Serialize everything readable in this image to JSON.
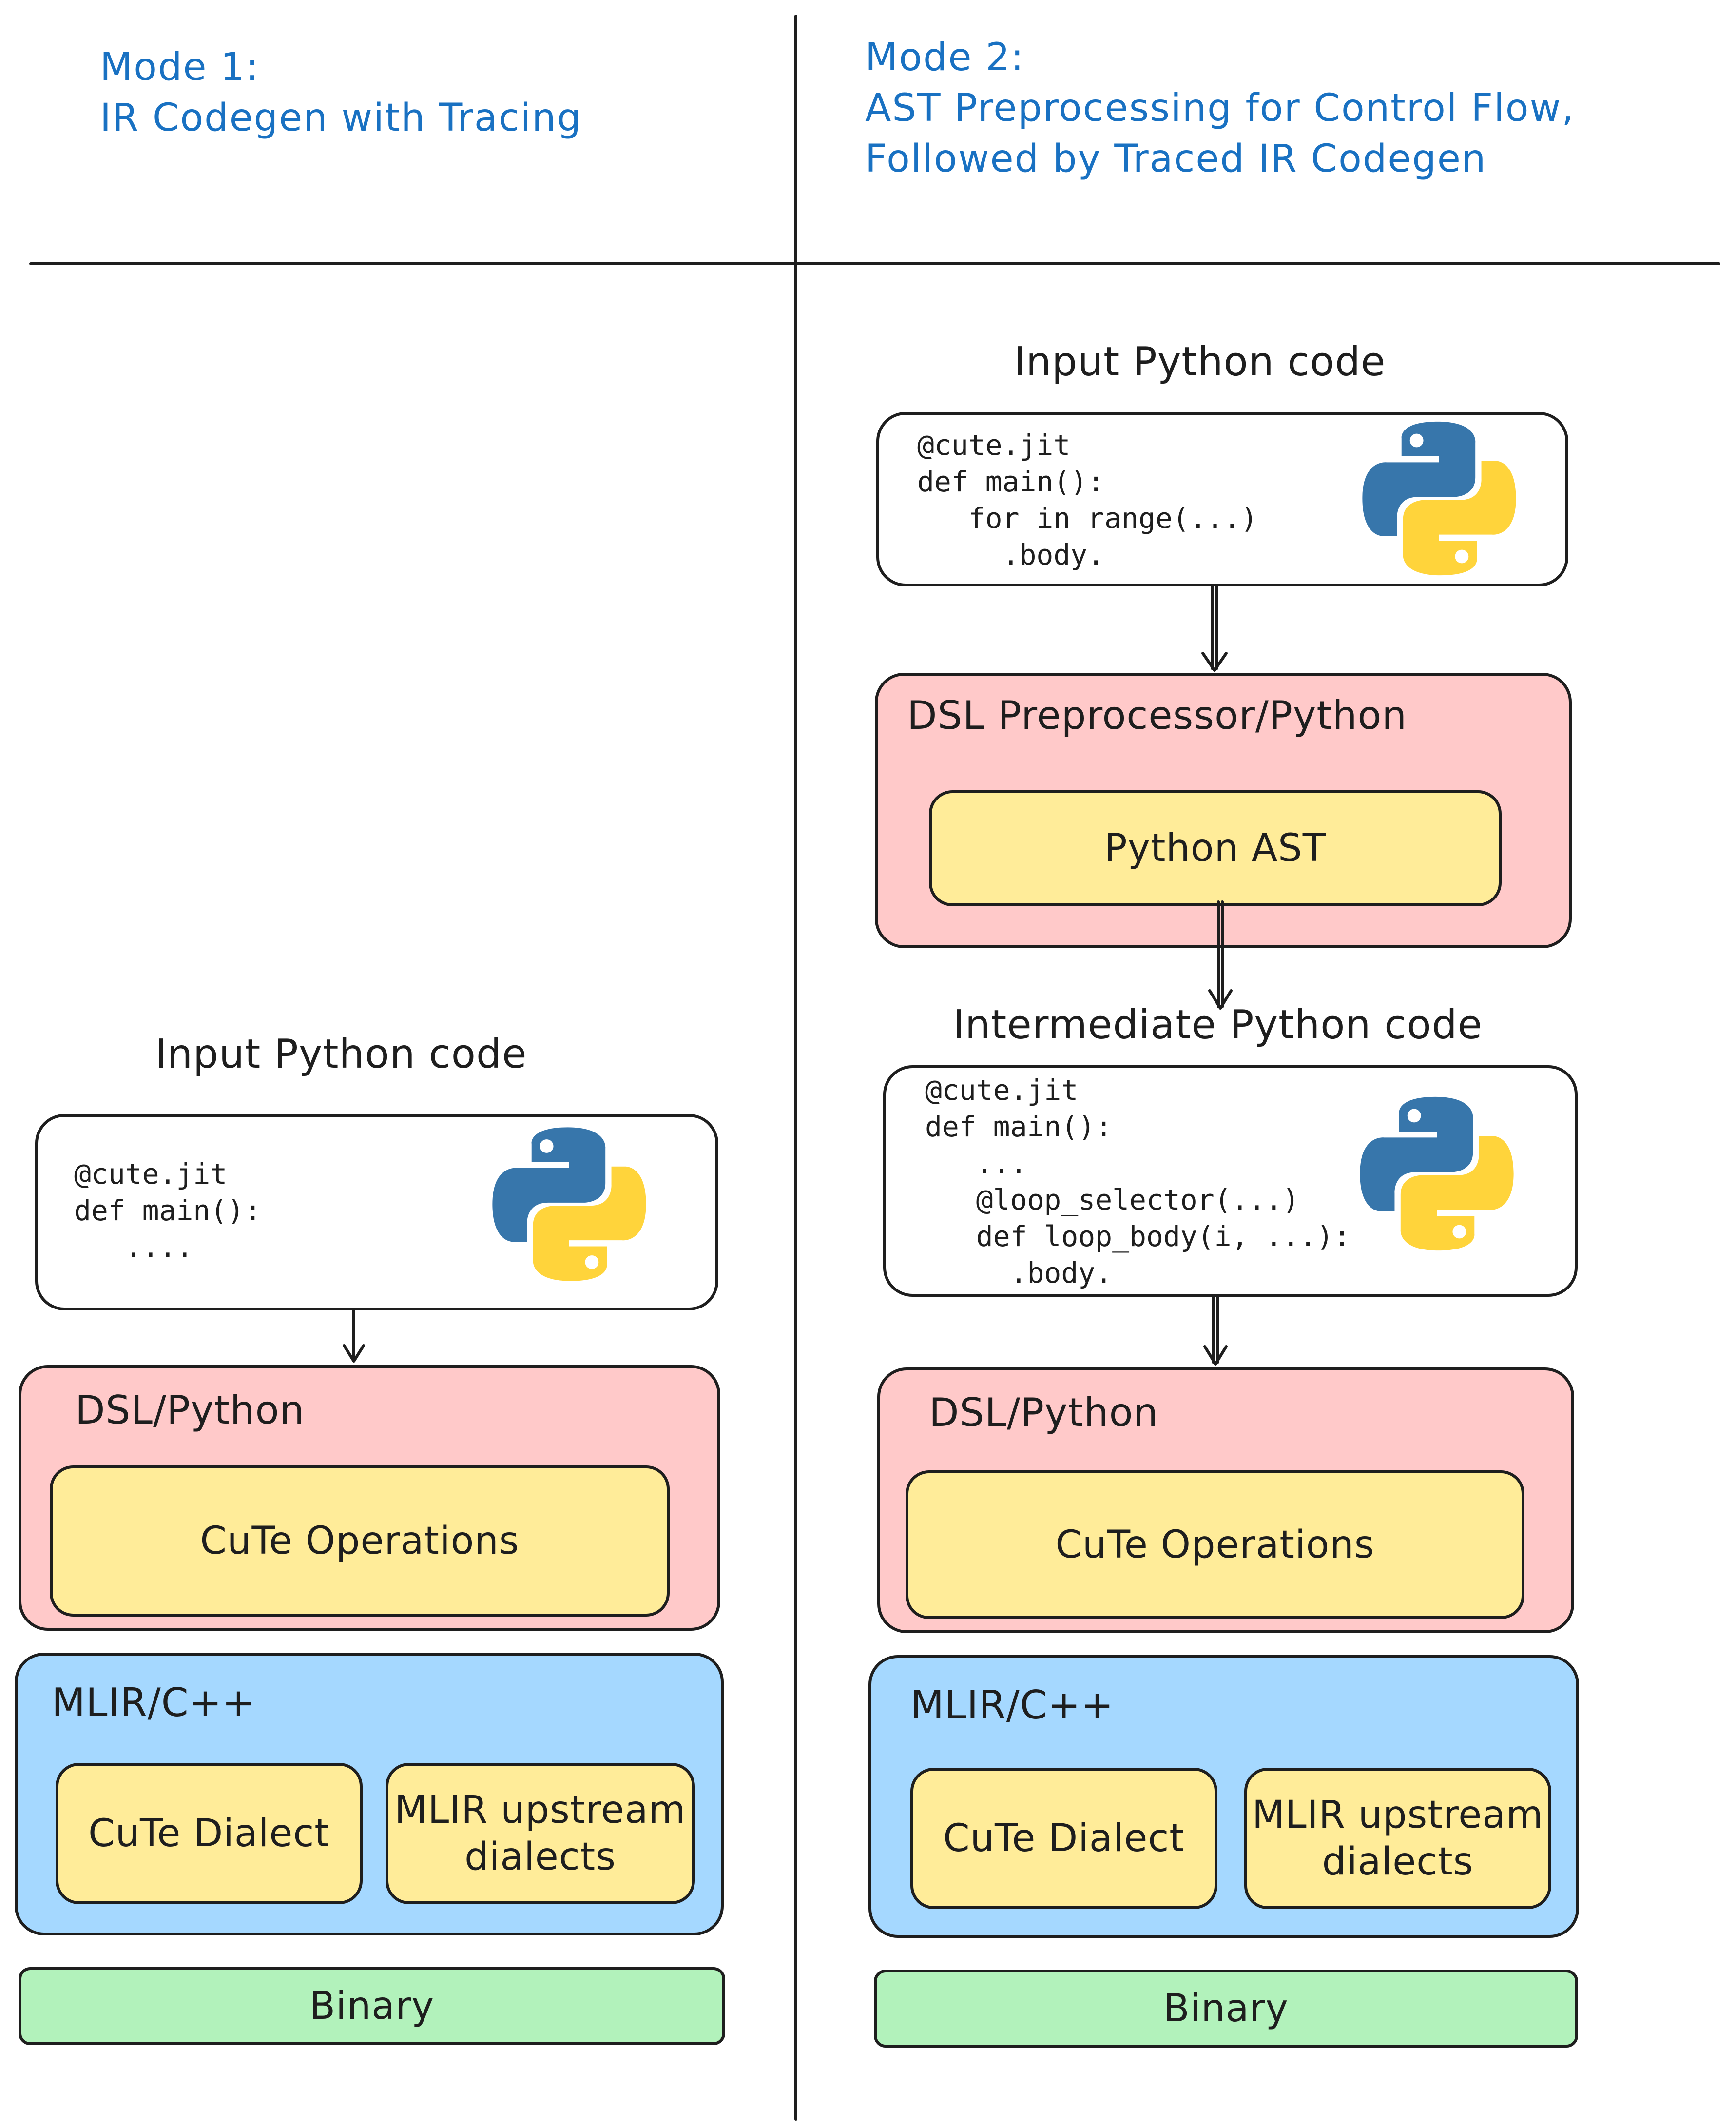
{
  "mode1": {
    "title": "Mode 1:",
    "subtitle": "IR Codegen with Tracing",
    "input_label": "Input Python code",
    "code_lines": [
      "@cute.jit",
      "def main():",
      "   ...."
    ],
    "dsl_title": "DSL/Python",
    "cute_ops": "CuTe Operations",
    "mlir_title": "MLIR/C++",
    "cute_dialect": "CuTe Dialect",
    "mlir_upstream": "MLIR upstream\ndialects",
    "binary": "Binary"
  },
  "mode2": {
    "title": "Mode 2:",
    "subtitle_line1": "AST Preprocessing for Control Flow,",
    "subtitle_line2": "Followed by Traced IR Codegen",
    "input_label": "Input Python code",
    "code_lines": [
      "@cute.jit",
      "def main():",
      "   for in range(...)",
      "     .body."
    ],
    "preproc_title": "DSL Preprocessor/Python",
    "python_ast": "Python AST",
    "intermediate_label": "Intermediate Python code",
    "intermediate_code_lines": [
      "@cute.jit",
      "def main():",
      "   ...",
      "   @loop_selector(...)",
      "   def loop_body(i, ...):",
      "     .body."
    ],
    "dsl_title": "DSL/Python",
    "cute_ops": "CuTe Operations",
    "mlir_title": "MLIR/C++",
    "cute_dialect": "CuTe Dialect",
    "mlir_upstream": "MLIR upstream\ndialects",
    "binary": "Binary"
  },
  "colors": {
    "title_blue": "#1971c2",
    "pink": "#ffc9c9",
    "yellow": "#ffec99",
    "blue": "#a5d8ff",
    "green": "#b2f2bb",
    "python_blue": "#3776ab",
    "python_yellow": "#ffd43b"
  },
  "icons": [
    "python-logo-icon",
    "arrow-down-icon"
  ]
}
